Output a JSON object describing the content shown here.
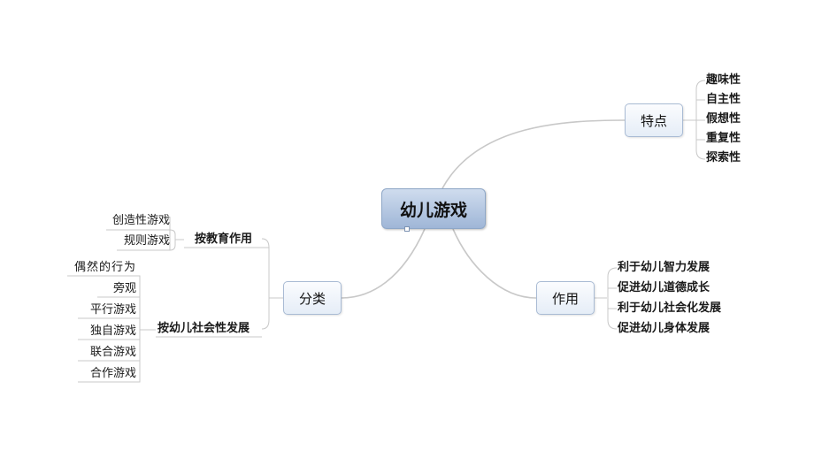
{
  "root": {
    "label": "幼儿游戏"
  },
  "branches": {
    "features": {
      "label": "特点",
      "items": [
        "趣味性",
        "自主性",
        "假想性",
        "重复性",
        "探索性"
      ]
    },
    "classification": {
      "label": "分类",
      "groups": [
        {
          "label": "按教育作用",
          "items": [
            "创造性游戏",
            "规则游戏"
          ]
        },
        {
          "label": "按幼儿社会性发展",
          "items": [
            "偶然的行为",
            "旁观",
            "平行游戏",
            "独自游戏",
            "联合游戏",
            "合作游戏"
          ]
        }
      ]
    },
    "functions": {
      "label": "作用",
      "items": [
        "利于幼儿智力发展",
        "促进幼儿道德成长",
        "利于幼儿社会化发展",
        "促进幼儿身体发展"
      ]
    }
  },
  "colors": {
    "connector": "#c8c8c8",
    "root_fill": "#a9bedc",
    "node_border": "#a9bbd4"
  }
}
